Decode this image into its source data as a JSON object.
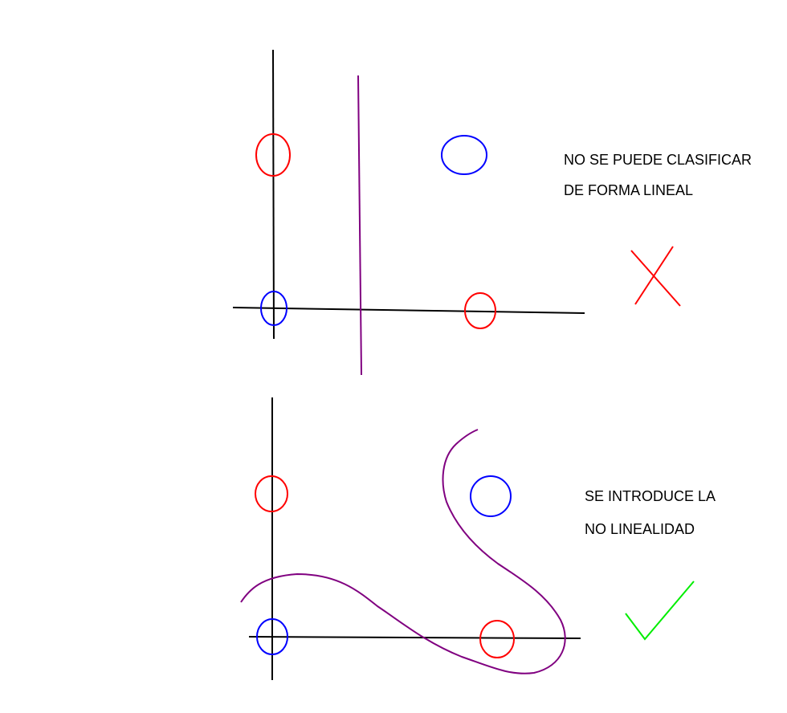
{
  "colors": {
    "axis": "#000000",
    "class_red": "#ff0000",
    "class_blue": "#0000ff",
    "boundary": "#800080",
    "cross": "#ff0000",
    "check": "#00ee00"
  },
  "top_panel": {
    "text_line1": "NO SE PUEDE CLASIFICAR",
    "text_line2": "DE FORMA LINEAL",
    "verdict_icon": "cross-icon"
  },
  "bottom_panel": {
    "text_line1": "SE INTRODUCE LA",
    "text_line2": "NO LINEALIDAD",
    "verdict_icon": "check-icon"
  }
}
